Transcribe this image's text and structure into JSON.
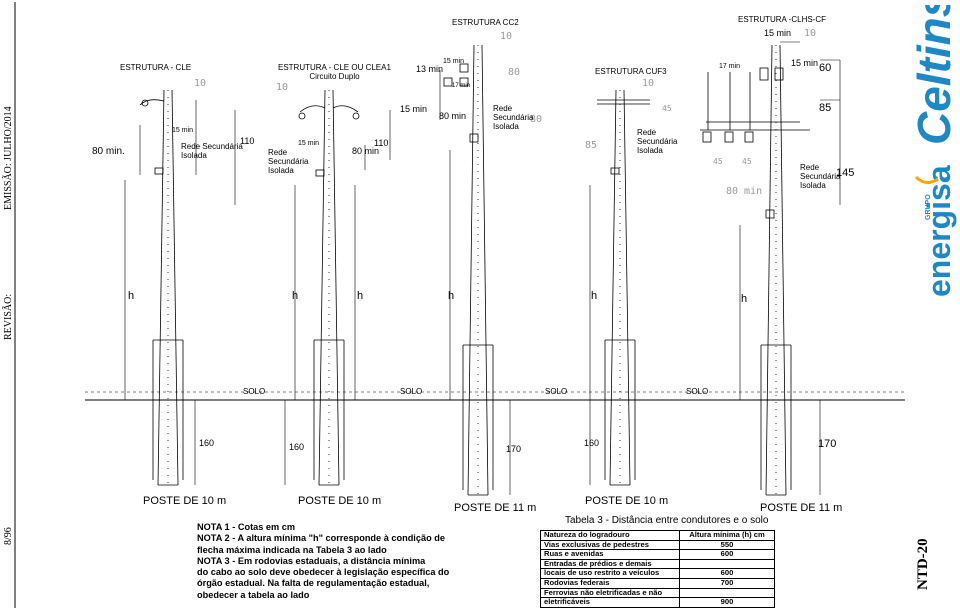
{
  "margin": {
    "emissao": "EMISSÃO: JULHO/2014",
    "revisao": "REVISÃO:",
    "page": "8/96",
    "code": "NTD-20"
  },
  "brand": {
    "celtins": "Celtins",
    "grupo": "GRUPO",
    "energisa": "energisa",
    "accent_color": "#1e88c7"
  },
  "structures": {
    "s1": {
      "title": "ESTRUTURA - CLE",
      "dim_left": "80 min.",
      "dim_side": "110",
      "dim_small": "15 min",
      "rede": [
        "Rede Secundária",
        "Isolada"
      ]
    },
    "s2": {
      "title": [
        "ESTRUTURA - CLE OU CLEA1",
        "Circuito Duplo"
      ],
      "dim_small": "15 min",
      "dim_right": "110",
      "dim_right2": "80 min",
      "rede": [
        "Rede",
        "Secundária",
        "Isolada"
      ]
    },
    "s3": {
      "title": "ESTRUTURA CC2",
      "dim_a": "13 min",
      "dim_b": "15 min",
      "dim_c": "17 min",
      "dim_d": "15 min",
      "dim_e": "80 min",
      "rede": [
        "Rede",
        "Secundária",
        "Isolada"
      ]
    },
    "s4": {
      "title": "ESTRUTURA CUF3",
      "rede": [
        "Rede",
        "Secundária",
        "Isolada"
      ]
    },
    "s5": {
      "title": "ESTRUTURA -CLHS-CF",
      "dim_top": "15 min",
      "dim_a": "17 min",
      "dim_b": "15 min",
      "dim_c": "60",
      "dim_d": "85",
      "dim_e": "145",
      "rede": [
        "Rede",
        "Secundária",
        "Isolada"
      ]
    }
  },
  "ghost_dims": [
    "10",
    "10",
    "10",
    "80",
    "80",
    "10",
    "85",
    "45",
    "10",
    "45",
    "45",
    "80 min"
  ],
  "h_label": "h",
  "solo": "SOLO",
  "embed": [
    "160",
    "160",
    "170",
    "160",
    "170"
  ],
  "postes": [
    "POSTE DE 10 m",
    "POSTE DE 10 m",
    "POSTE DE 11 m",
    "POSTE DE 10 m",
    "POSTE DE 11 m"
  ],
  "notes": [
    "NOTA  1 - Cotas em cm",
    "NOTA  2 - A altura mínima \"h\" corresponde à condição de",
    "flecha máxima indicada na Tabela 3  ao lado",
    "NOTA 3 - Em rodovias estaduais, a distância mínima",
    "do cabo ao solo deve obedecer à legislação específica do",
    "órgão estadual. Na falta de regulamentação estadual,",
    "obedecer a tabela ao lado"
  ],
  "table": {
    "title": "Tabela 3 - Distância entre condutores e o solo",
    "header": [
      "Natureza do logradouro",
      "Altura mínima (h) cm"
    ],
    "rows": [
      [
        "Vias exclusivas de pedestres",
        "550"
      ],
      [
        "Ruas e avenidas",
        "600"
      ],
      [
        "Entradas de prédios e demais",
        ""
      ],
      [
        "locais de uso restrito a veículos",
        "600"
      ],
      [
        "Rodovias federais",
        "700"
      ],
      [
        "Ferrovias não eletrificadas e não",
        ""
      ],
      [
        "eletrificáveis",
        "900"
      ]
    ]
  }
}
